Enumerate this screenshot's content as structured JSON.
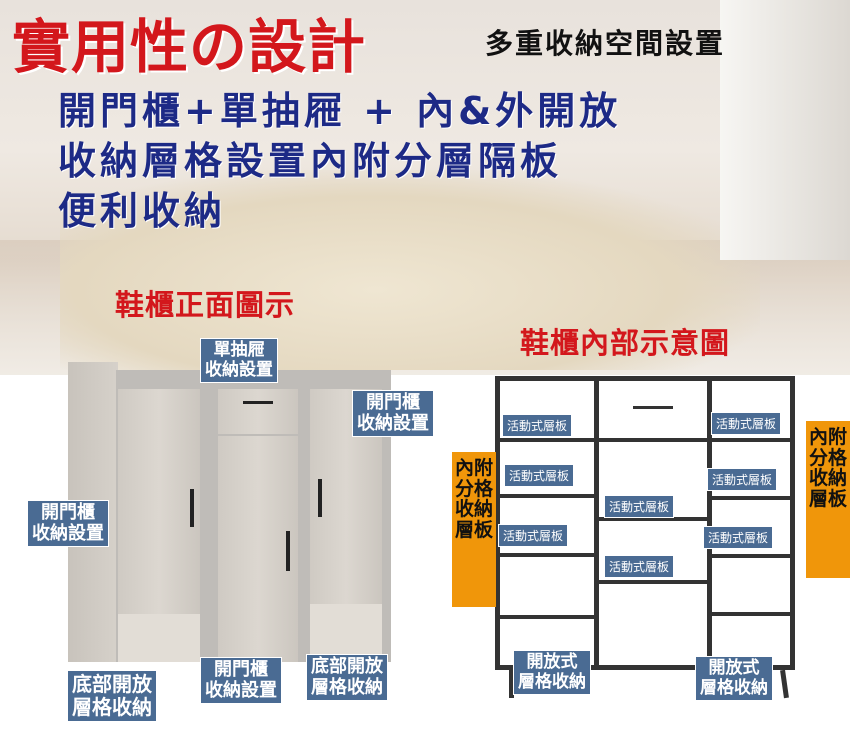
{
  "header": {
    "title": "實用性の設計",
    "subtitle": "多重收納空間設置"
  },
  "features": [
    "開門櫃+單抽屜 + 內&外開放",
    "收納層格設置內附分層隔板",
    "便利收納"
  ],
  "front_view": {
    "title": "鞋櫃正面圖示",
    "labels": {
      "drawer": [
        "單抽屜",
        "收納設置"
      ],
      "right_door": [
        "開門櫃",
        "收納設置"
      ],
      "left_door": [
        "開門櫃",
        "收納設置"
      ],
      "center_door": [
        "開門櫃",
        "收納設置"
      ],
      "left_bottom": [
        "底部開放",
        "層格收納"
      ],
      "right_bottom": [
        "底部開放",
        "層格收納"
      ]
    }
  },
  "interior_view": {
    "title": "鞋櫃內部示意圖",
    "shelf_label": "活動式層板",
    "side_label": "內附分格收納層板",
    "open_label": [
      "開放式",
      "層格收納"
    ]
  },
  "colors": {
    "title_red": "#d3171c",
    "navy": "#1d2a86",
    "label_blue": "#4a6b93",
    "orange": "#f0960a"
  }
}
